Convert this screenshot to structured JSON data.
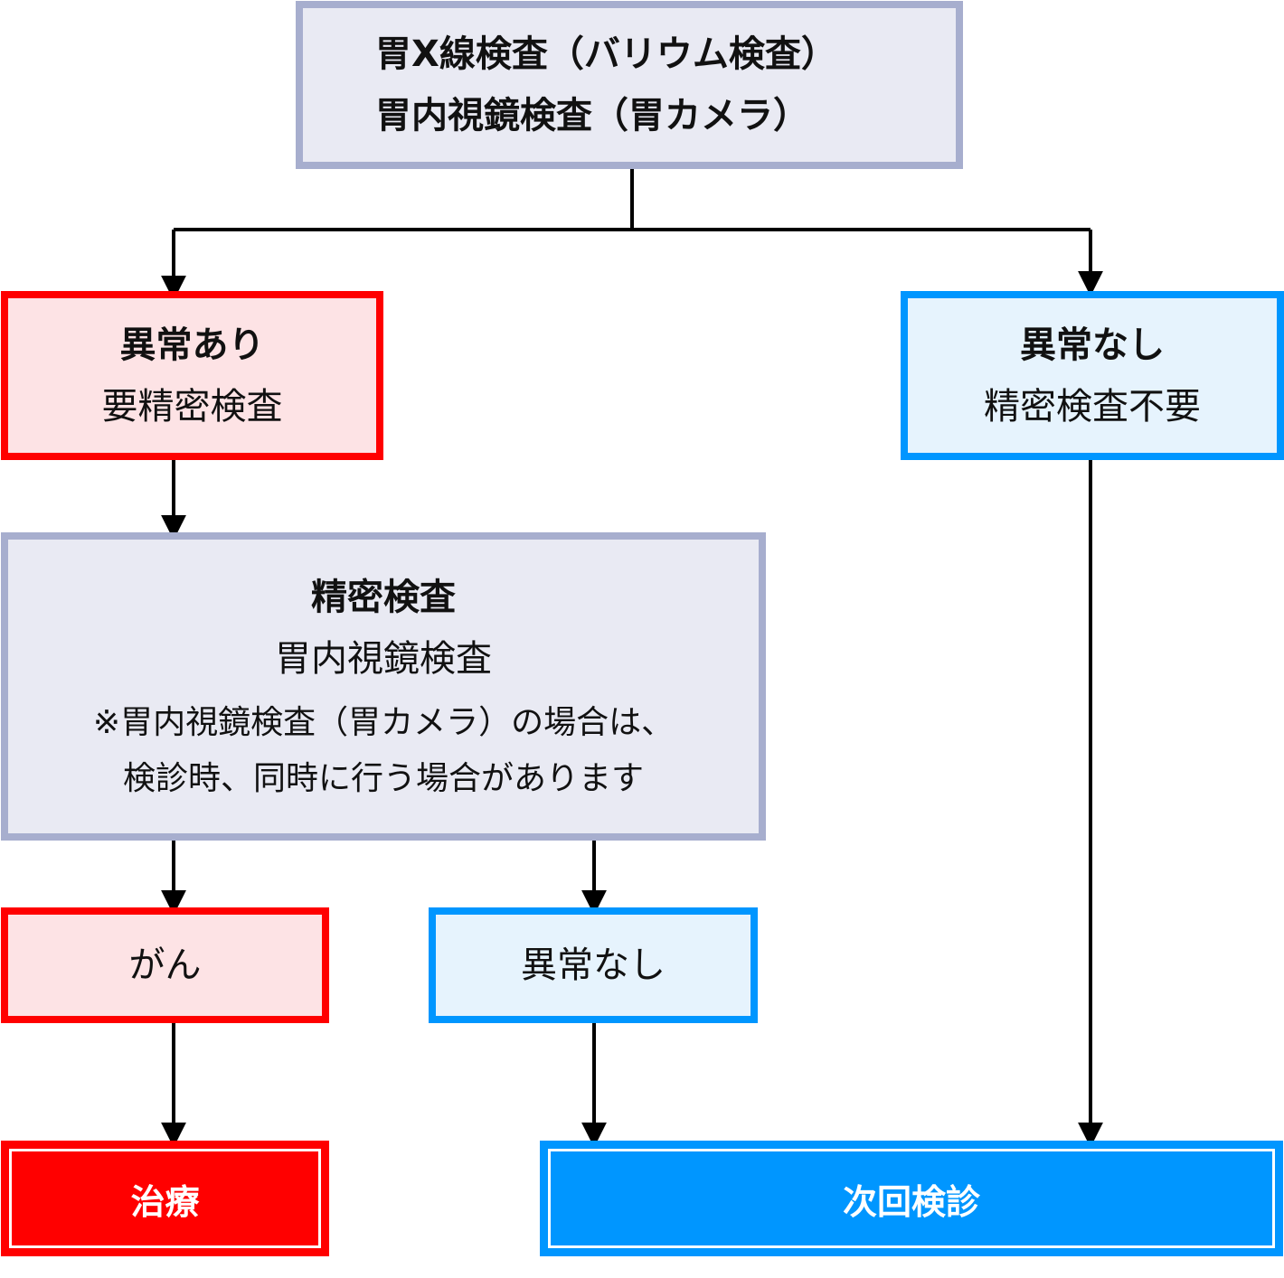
{
  "top": {
    "line1": "胃X線検査（バリウム検査）",
    "line2": "胃内視鏡検査（胃カメラ）"
  },
  "abnormal": {
    "title": "異常あり",
    "subtitle": "要精密検査"
  },
  "normal": {
    "title": "異常なし",
    "subtitle": "精密検査不要"
  },
  "detail": {
    "title": "精密検査",
    "subtitle": "胃内視鏡検査",
    "note_line1": "※胃内視鏡検査（胃カメラ）の場合は、",
    "note_line2": "検診時、同時に行う場合があります"
  },
  "cancer": {
    "label": "がん"
  },
  "no_abnormal": {
    "label": "異常なし"
  },
  "treatment": {
    "label": "治療"
  },
  "next_checkup": {
    "label": "次回検診"
  },
  "colors": {
    "red": "#ff0000",
    "red_fill": "#fde3e5",
    "blue": "#0096ff",
    "blue_fill": "#e6f3fd",
    "gray_border": "#a7aece",
    "gray_fill": "#e9eaf3"
  }
}
